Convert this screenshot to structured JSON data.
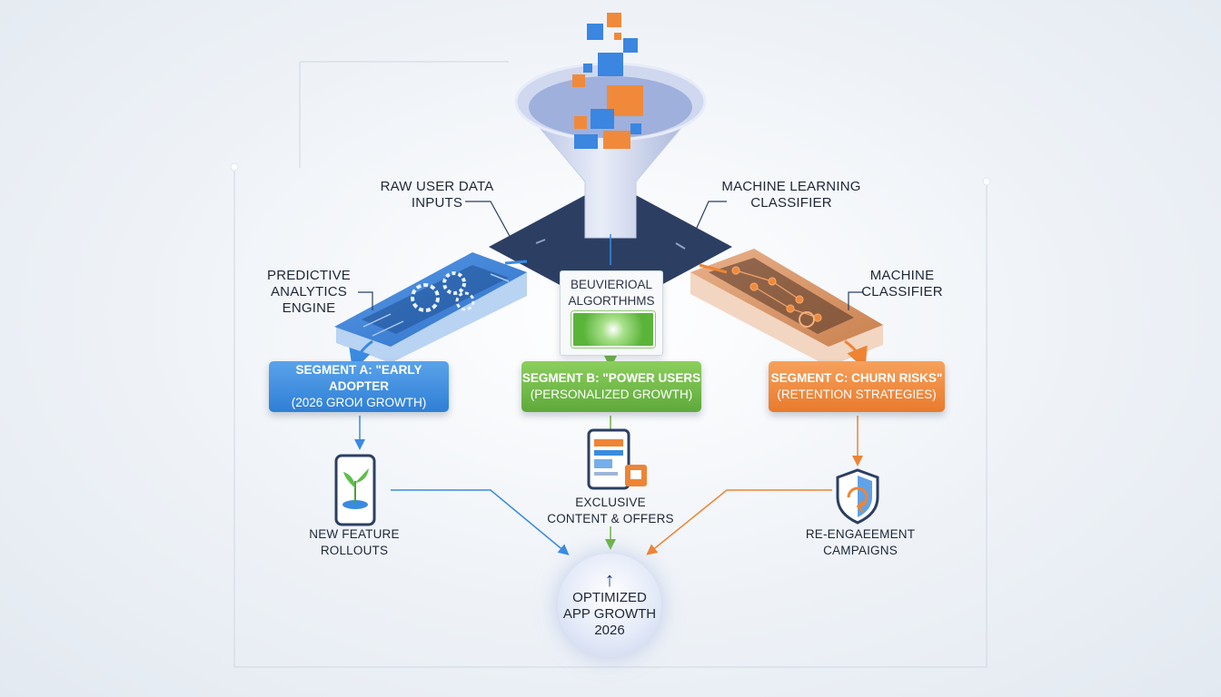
{
  "funnel": {
    "left_label": "RAW USER DATA INPUTS",
    "right_label": "MACHINE LEARNING CLASSIFIER"
  },
  "engines": {
    "left": "PREDICTIVE ANALYTICS ENGINE",
    "center": "BEUVIERIOAL ALGORTHHMS",
    "right": "MACHINE CLASSIFIER"
  },
  "segments": [
    {
      "line1": "SEGMENT A: \"EARLY ADOPTER",
      "line2": "(2026 GROИ GROWTH)",
      "color": "#3a8be0"
    },
    {
      "line1": "SEGMENT B: \"POWER USERS",
      "line2": "(PERSONALIZED GROWTH)",
      "color": "#6bb545"
    },
    {
      "line1": "SEGMENT C: CHURN RISKS\"",
      "line2": "(RETENTION STRATEGIES)",
      "color": "#ee8434"
    }
  ],
  "outcomes": [
    {
      "label": "NEW FEATURE ROLLOUTS",
      "icon": "phone-plant-icon"
    },
    {
      "label": "EXCLUSIVE CONTENT & OFFERS",
      "icon": "tablet-offer-icon"
    },
    {
      "label": "RE-ENGAEEMENT CAMPAIGNS",
      "icon": "shield-refresh-icon"
    }
  ],
  "goal": {
    "label": "OPTIMIZED APP GROWTH 2026",
    "icon": "up-arrow-icon"
  },
  "colors": {
    "blue": "#3a8be0",
    "green": "#6bb545",
    "orange": "#ee8434",
    "navy": "#2c3f63"
  }
}
